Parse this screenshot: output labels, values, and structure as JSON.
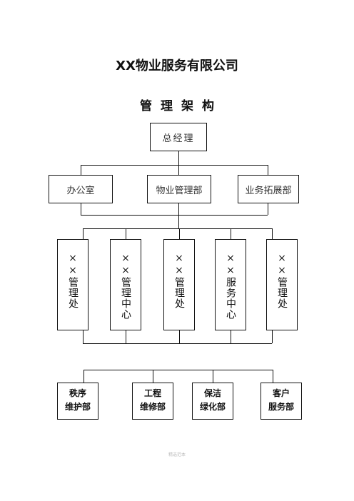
{
  "title": "XX物业服务有限公司",
  "subtitle": "管理架构",
  "general_manager": "总经理",
  "departments": [
    "办公室",
    "物业管理部",
    "业务拓展部"
  ],
  "units": [
    "××管理处",
    "××管理中心",
    "××管理处",
    "××服务中心",
    "××管理处"
  ],
  "teams": [
    "秩序\n维护部",
    "工程\n维修部",
    "保洁\n绿化部",
    "客户\n服务部"
  ],
  "footer": "精选范本"
}
